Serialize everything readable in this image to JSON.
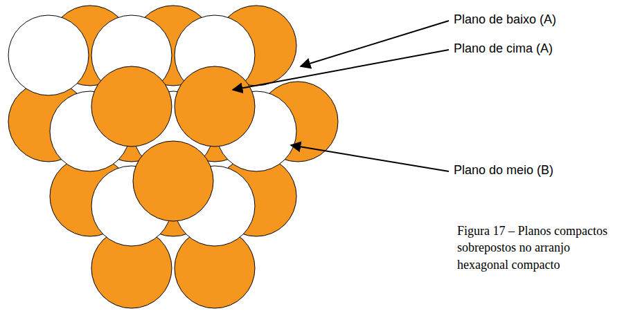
{
  "diagram": {
    "caption": "Figura 17 – Planos compactos sobrepostos no arranjo hexagonal compacto",
    "labels": [
      "Plano de baixo (A)",
      "Plano de cima (A)",
      "Plano do meio (B)"
    ]
  }
}
